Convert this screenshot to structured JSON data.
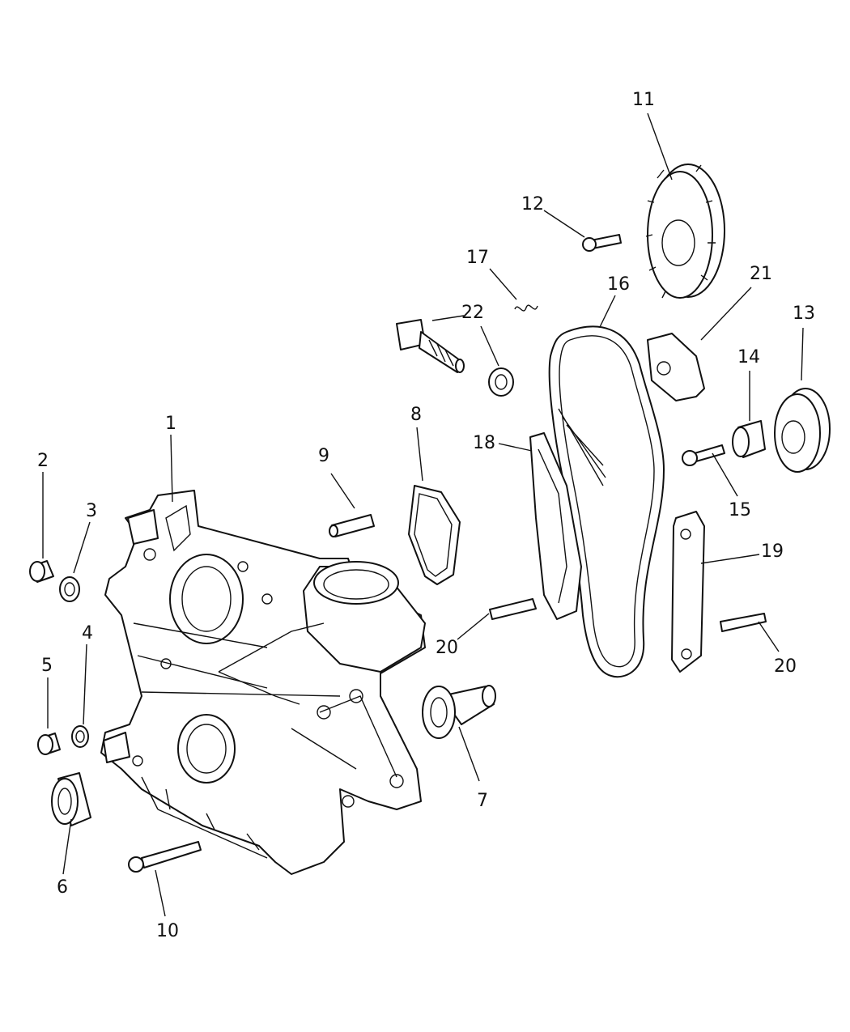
{
  "callouts": [
    {
      "id": "c1",
      "text": "1"
    },
    {
      "id": "c2",
      "text": "2"
    },
    {
      "id": "c3",
      "text": "3"
    },
    {
      "id": "c4",
      "text": "4"
    },
    {
      "id": "c5",
      "text": "5"
    },
    {
      "id": "c6",
      "text": "6"
    },
    {
      "id": "c7",
      "text": "7"
    },
    {
      "id": "c8",
      "text": "8"
    },
    {
      "id": "c9",
      "text": "9"
    },
    {
      "id": "c10",
      "text": "10"
    },
    {
      "id": "c11",
      "text": "11"
    },
    {
      "id": "c12",
      "text": "12"
    },
    {
      "id": "c13",
      "text": "13"
    },
    {
      "id": "c14",
      "text": "14"
    },
    {
      "id": "c15",
      "text": "15"
    },
    {
      "id": "c16",
      "text": "16"
    },
    {
      "id": "c17",
      "text": "17"
    },
    {
      "id": "c18",
      "text": "18"
    },
    {
      "id": "c19",
      "text": "19"
    },
    {
      "id": "c20a",
      "text": "20"
    },
    {
      "id": "c20b",
      "text": "20"
    },
    {
      "id": "c21",
      "text": "21"
    },
    {
      "id": "c22",
      "text": "22"
    }
  ]
}
